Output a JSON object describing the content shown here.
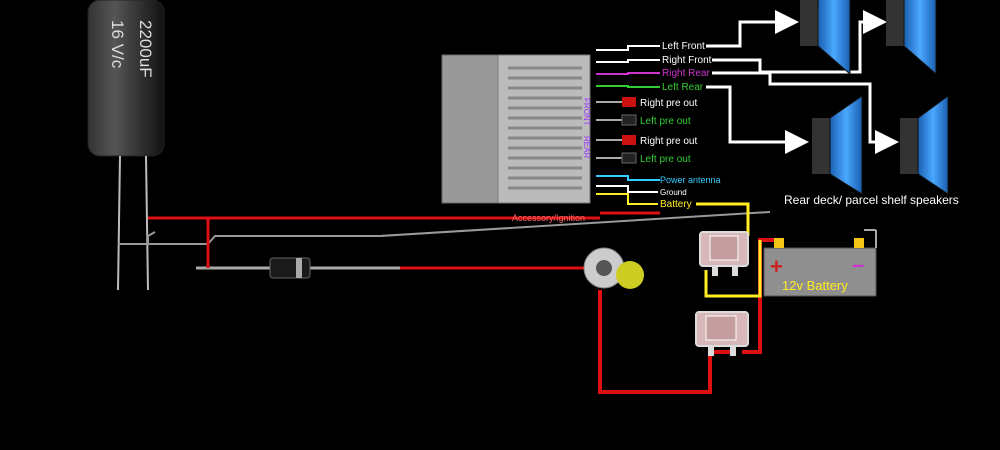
{
  "capacitor": {
    "line1": "2200uF",
    "line2": "16 V/c"
  },
  "head_unit": {
    "front_label": "FRONT",
    "rear_label": "REAR"
  },
  "speaker_wires": [
    {
      "label": "Left Front",
      "color": "#ffffff"
    },
    {
      "label": "Right Front",
      "color": "#ffffff"
    },
    {
      "label": "Right Rear",
      "color": "#cc33cc"
    },
    {
      "label": "Left Rear",
      "color": "#33cc33"
    }
  ],
  "preouts": [
    {
      "label": "Right pre out",
      "color": "#ffffff"
    },
    {
      "label": "Left pre out",
      "color": "#33cc33"
    },
    {
      "label": "Right pre out",
      "color": "#ffffff"
    },
    {
      "label": "Left pre out",
      "color": "#33cc33"
    }
  ],
  "power_wires": [
    {
      "label": "Power antenna",
      "color": "#33ccff"
    },
    {
      "label": "Ground",
      "color": "#ffffff"
    },
    {
      "label": "Battery",
      "color": "#ffff33"
    },
    {
      "label": "Accessory/Ignition",
      "color": "#ff3333"
    }
  ],
  "speakers_label": "Rear deck/ parcel shelf  speakers",
  "battery": {
    "label": "12v Battery",
    "plus": "+",
    "minus": "–"
  },
  "colors": {
    "wire_red": "#dd1111",
    "wire_yellow": "#ffee22",
    "wire_gray": "#aaaaaa",
    "speaker_blue": "#2f8fe8"
  }
}
